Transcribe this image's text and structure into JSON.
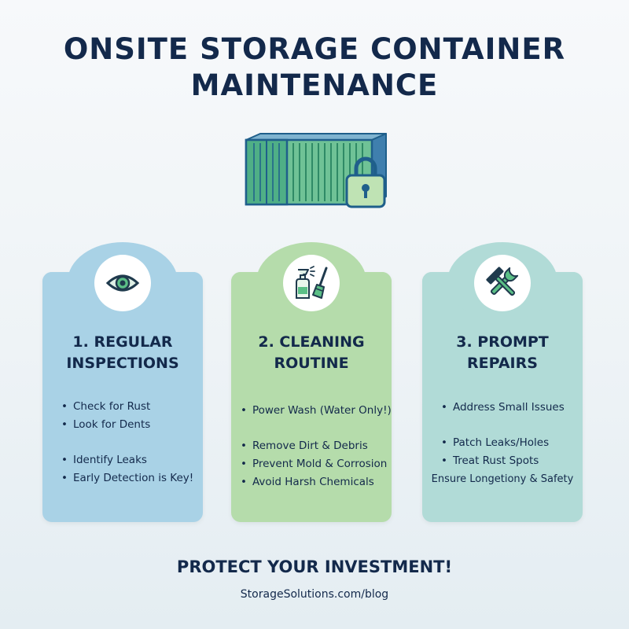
{
  "title": {
    "line1": "ONSITE STORAGE CONTAINER",
    "line2": "MAINTENANCE"
  },
  "hero": {
    "icon": "shipping-container-with-padlock-icon"
  },
  "cards": [
    {
      "title_line1": "1. REGULAR",
      "title_line2": "INSPECTIONS",
      "icon": "eye-icon",
      "items": [
        "Check for Rust",
        "Look for Dents",
        "Identify Leaks",
        "Early Detection is Key!"
      ]
    },
    {
      "title_line1": "2. CLEANING",
      "title_line2": "ROUTINE",
      "icon": "spray-bottle-and-brush-icon",
      "items": [
        "Power Wash (Water Only!)",
        "Remove Dirt & Debris",
        "Prevent Mold & Corrosion",
        "Avoid Harsh Chemicals"
      ]
    },
    {
      "title_line1": "3. PROMPT",
      "title_line2": "REPAIRS",
      "icon": "wrench-and-hammer-icon",
      "items": [
        "Address Small Issues",
        "Patch Leaks/Holes",
        "Treat Rust Spots",
        "Ensure Longetiony & Safety"
      ]
    }
  ],
  "footer": {
    "headline": "PROTECT YOUR INVESTMENT!",
    "url": "StorageSolutions.com/blog"
  },
  "colors": {
    "navy": "#13294b",
    "card_blue": "#a9d2e6",
    "card_green": "#b5dcab",
    "card_teal": "#b1dbd7"
  }
}
